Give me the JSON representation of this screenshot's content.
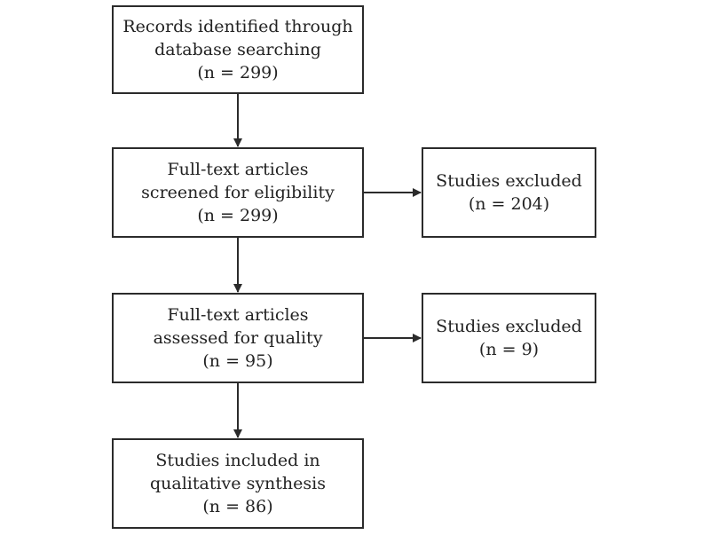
{
  "flow": {
    "identified": {
      "line1": "Records identified through",
      "line2": "database searching",
      "count": "(n = 299)"
    },
    "screened": {
      "line1": "Full-text articles",
      "line2": "screened for eligibility",
      "count": "(n = 299)"
    },
    "assessed": {
      "line1": "Full-text articles",
      "line2": "assessed for quality",
      "count": "(n = 95)"
    },
    "included": {
      "line1": "Studies included in",
      "line2": "qualitative synthesis",
      "count": "(n = 86)"
    },
    "excluded_screening": {
      "line1": "Studies excluded",
      "count": "(n = 204)"
    },
    "excluded_quality": {
      "line1": "Studies excluded",
      "count": "(n = 9)"
    }
  },
  "colors": {
    "stroke": "#2b2b2b",
    "text": "#222222"
  }
}
